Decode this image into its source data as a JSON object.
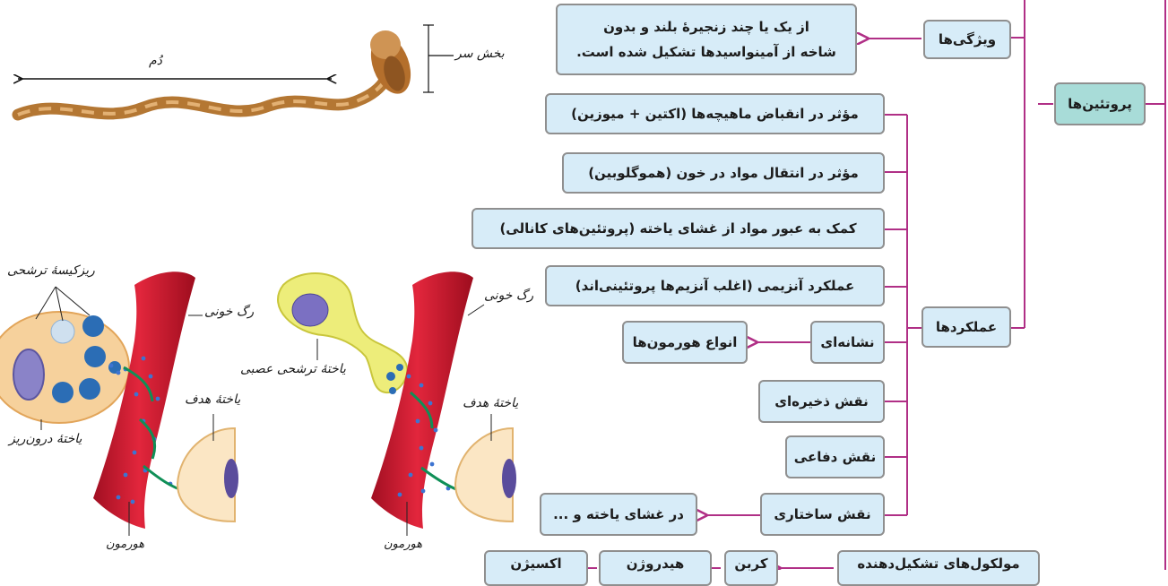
{
  "map": {
    "root": "پروتئین‌ها",
    "features_label": "ویژگی‌ها",
    "features_desc_line1": "از یک یا چند زنجیرهٔ بلند و بدون",
    "features_desc_line2": "شاخه از آمینواسیدها تشکیل شده است.",
    "functions_label": "عملکردها",
    "functions": [
      "مؤثر در انقباض ماهیچه‌ها (اکتین + میوزین)",
      "مؤثر در انتقال مواد در خون (هموگلوبین)",
      "کمک به عبور مواد از غشای یاخته (پروتئین‌های کانالی)",
      "عملکرد آنزیمی (اغلب آنزیم‌ها پروتئینی‌اند)",
      "نشانه‌ای",
      "نقش ذخیره‌ای",
      "نقش دفاعی",
      "نقش ساختاری"
    ],
    "signal_example": "انواع هورمون‌ها",
    "structural_example": "در غشای یاخته و ...",
    "bottom_row": [
      "مولکول‌های تشکیل‌دهنده",
      "کربن",
      "هیدروژن",
      "اکسیژن"
    ]
  },
  "illustrations": {
    "muscle_fiber": {
      "length_label": "دُم",
      "head_label": "بخش سر"
    },
    "left_figure": {
      "vessel": "رگ خونی",
      "vesicles": "ریزکیسهٔ ترشحی",
      "gland": "یاختهٔ درون‌ریز",
      "target": "یاختهٔ هدف",
      "hormone": "هورمون"
    },
    "right_figure": {
      "vessel": "رگ خونی",
      "neuro": "یاختهٔ ترشحی عصبی",
      "target": "یاختهٔ هدف",
      "hormone": "هورمون"
    }
  },
  "colors": {
    "connector": "#b02f86",
    "box_fill": "#d7ecf8",
    "root_fill": "#a8dcd8",
    "vessel": "#d0172f"
  }
}
